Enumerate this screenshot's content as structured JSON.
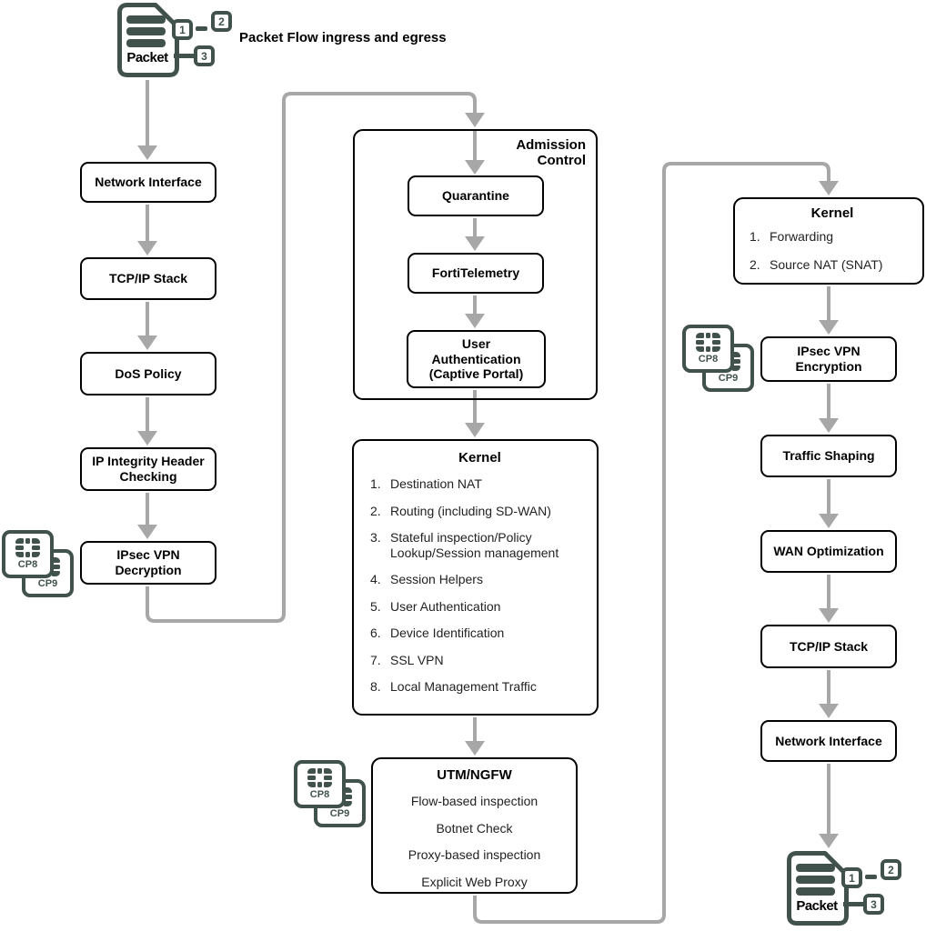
{
  "diagram": {
    "title": "Packet Flow ingress and egress",
    "packet_label": "Packet",
    "packet_tags": [
      "1",
      "2",
      "3"
    ]
  },
  "ingress": {
    "network_interface": "Network Interface",
    "tcpip_stack": "TCP/IP Stack",
    "dos_policy": "DoS Policy",
    "ip_integrity": "IP Integrity Header\nChecking",
    "ipsec_decryption": "IPsec VPN\nDecryption"
  },
  "admission": {
    "title": "Admission\nControl",
    "quarantine": "Quarantine",
    "fortitelemetry": "FortiTelemetry",
    "user_auth": "User\nAuthentication\n(Captive Portal)"
  },
  "kernel_mid": {
    "title": "Kernel",
    "items": [
      {
        "num": "1.",
        "text": "Destination NAT"
      },
      {
        "num": "2.",
        "text": "Routing (including SD-WAN)"
      },
      {
        "num": "3.",
        "text": "Stateful inspection/Policy\nLookup/Session management"
      },
      {
        "num": "4.",
        "text": "Session Helpers"
      },
      {
        "num": "5.",
        "text": "User Authentication"
      },
      {
        "num": "6.",
        "text": "Device Identification"
      },
      {
        "num": "7.",
        "text": "SSL VPN"
      },
      {
        "num": "8.",
        "text": "Local Management Traffic"
      }
    ]
  },
  "utm": {
    "title": "UTM/NGFW",
    "items": [
      "Flow-based inspection",
      "Botnet Check",
      "Proxy-based inspection",
      "Explicit Web Proxy"
    ]
  },
  "kernel_right": {
    "title": "Kernel",
    "items": [
      {
        "num": "1.",
        "text": "Forwarding"
      },
      {
        "num": "2.",
        "text": "Source NAT (SNAT)"
      }
    ]
  },
  "egress": {
    "ipsec_encryption": "IPsec VPN\nEncryption",
    "traffic_shaping": "Traffic Shaping",
    "wan_optimization": "WAN Optimization",
    "tcpip_stack": "TCP/IP Stack",
    "network_interface": "Network Interface"
  },
  "asic": {
    "cp8": "CP8",
    "cp9": "CP9"
  },
  "colors": {
    "line_gray": "#a7a7a7",
    "icon_dark": "#41514c",
    "box_border": "#000000",
    "background": "#ffffff"
  }
}
